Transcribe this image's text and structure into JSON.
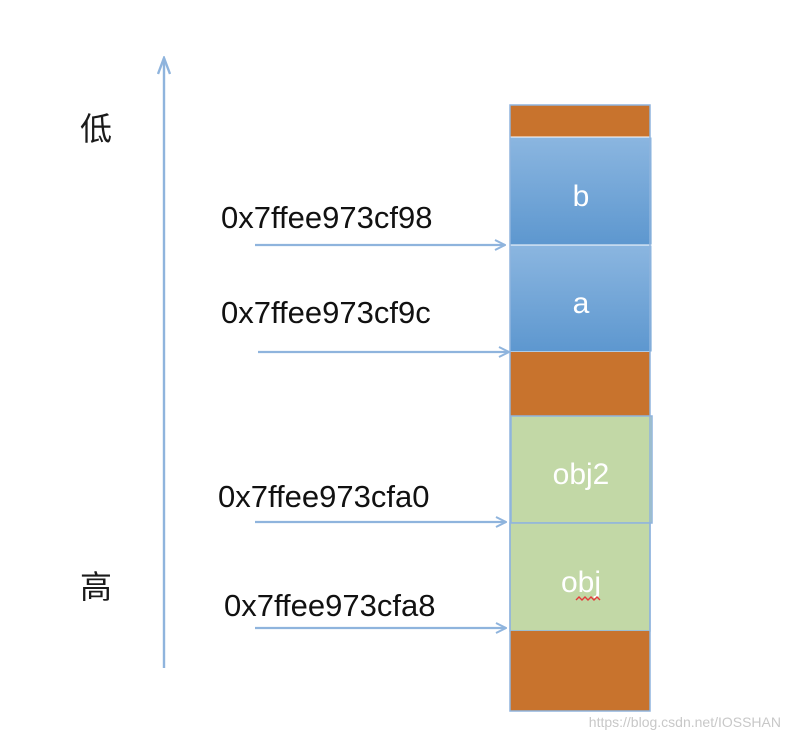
{
  "axis": {
    "low_label": "低",
    "high_label": "高"
  },
  "addresses": {
    "addr_b": "0x7ffee973cf98",
    "addr_a": "0x7ffee973cf9c",
    "addr_obj2": "0x7ffee973cfa0",
    "addr_obj": "0x7ffee973cfa8"
  },
  "blocks": {
    "b": "b",
    "a": "a",
    "obj2": "obj2",
    "obj": "obj"
  },
  "watermark": "https://blog.csdn.net/IOSSHAN",
  "colors": {
    "orange": "#c8732d",
    "blue_top": "#8bb6e0",
    "blue_bottom": "#5d97cf",
    "green": "#c2d8a6",
    "arrow": "#8fb4dd"
  }
}
